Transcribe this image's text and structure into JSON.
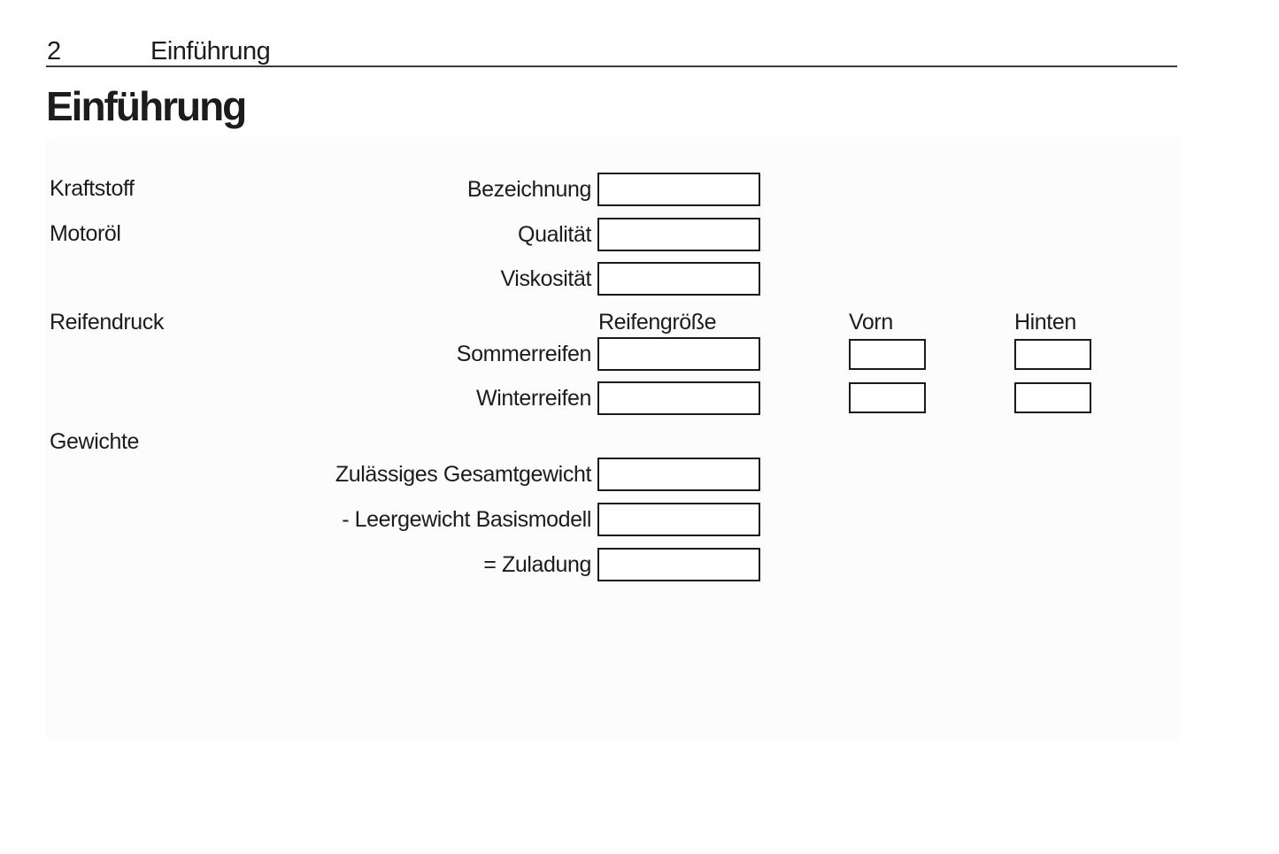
{
  "page": {
    "header": {
      "page_number": "2",
      "chapter_title": "Einführung"
    },
    "title": "Einführung"
  },
  "form": {
    "groups": {
      "kraftstoff": "Kraftstoff",
      "motoroel": "Motoröl",
      "reifendruck": "Reifendruck",
      "gewichte": "Gewichte"
    },
    "labels": {
      "bezeichnung": "Bezeichnung",
      "qualitaet": "Qualität",
      "viskositaet": "Viskosität",
      "sommerreifen": "Sommerreifen",
      "winterreifen": "Winterreifen",
      "gesamtgewicht": "Zulässiges Gesamtgewicht",
      "leergewicht": "- Leergewicht Basismodell",
      "zuladung": "= Zuladung"
    },
    "columns": {
      "reifengroesse": "Reifengröße",
      "vorn": "Vorn",
      "hinten": "Hinten"
    },
    "values": {
      "bezeichnung": "",
      "qualitaet": "",
      "viskositaet": "",
      "sommerreifen_groesse": "",
      "sommerreifen_vorn": "",
      "sommerreifen_hinten": "",
      "winterreifen_groesse": "",
      "winterreifen_vorn": "",
      "winterreifen_hinten": "",
      "gesamtgewicht": "",
      "leergewicht": "",
      "zuladung": ""
    },
    "colors": {
      "text": "#1c1c1c",
      "box_border": "#1a1a1a",
      "panel_background": "#fcfcfc",
      "header_rule": "#3a3a3a"
    }
  }
}
